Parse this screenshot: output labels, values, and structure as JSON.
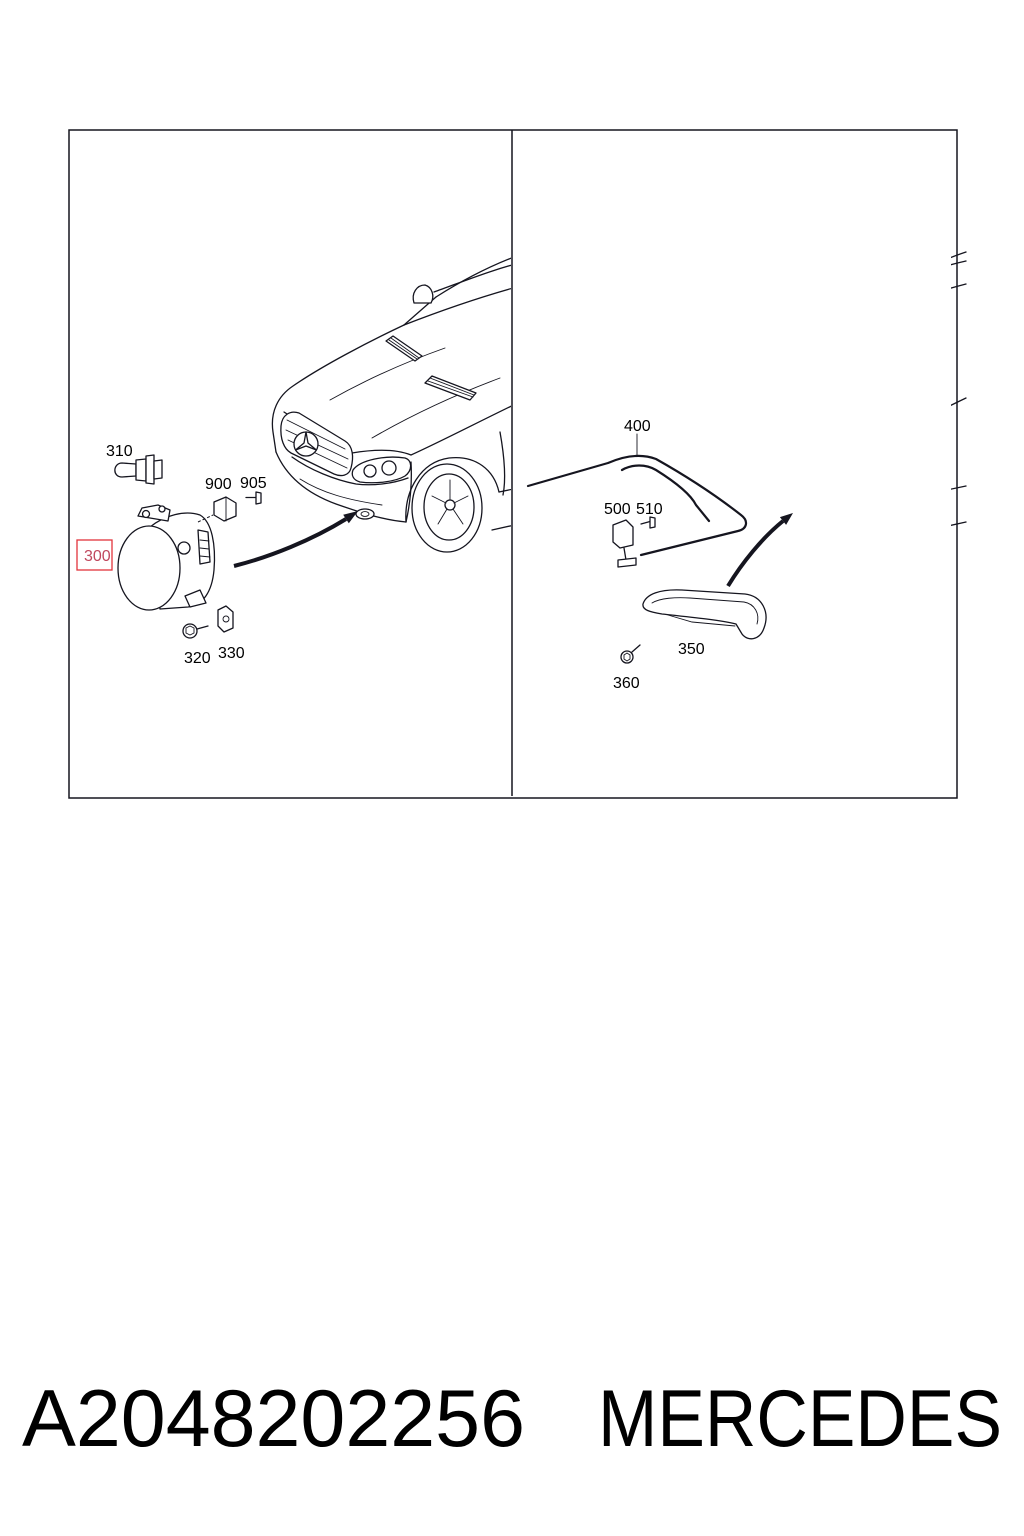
{
  "colors": {
    "background": "#ffffff",
    "line": "#15151f",
    "text": "#000000",
    "highlight_box": "#e2343c",
    "highlight_text": "#c0485e"
  },
  "left_panel": {
    "callouts": {
      "bulb": {
        "label": "310"
      },
      "connector": {
        "label": "900"
      },
      "connector_screw": {
        "label": "905"
      },
      "fog_lamp": {
        "label": "300",
        "highlighted": true
      },
      "mounting_screw": {
        "label": "320"
      },
      "clip_nut": {
        "label": "330"
      }
    }
  },
  "right_panel": {
    "callouts": {
      "wiring_harness": {
        "label": "400"
      },
      "control_unit": {
        "label": "500"
      },
      "control_unit_screw": {
        "label": "510"
      },
      "daytime_running_light": {
        "label": "350"
      },
      "mounting_screw": {
        "label": "360"
      }
    }
  },
  "footer": {
    "part_number": "A2048202256",
    "brand": "MERCEDES"
  }
}
